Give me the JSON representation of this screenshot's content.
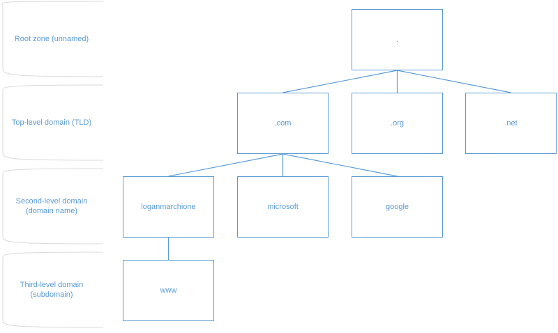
{
  "colors": {
    "stroke": "#5b9bd5",
    "text": "#5b9bd5",
    "background": "#ffffff"
  },
  "levels": [
    {
      "lines": [
        "Root zone (unnamed)"
      ]
    },
    {
      "lines": [
        "Top-level domain (TLD)"
      ]
    },
    {
      "lines": [
        "Second-level domain",
        "(domain name)"
      ]
    },
    {
      "lines": [
        "Third-level domain",
        "(subdomain)"
      ]
    }
  ],
  "nodes": {
    "root": ".",
    "com": ".com",
    "org": ".org",
    "net": ".net",
    "loganmarchione": "loganmarchione",
    "microsoft": "microsoft",
    "google": "google",
    "www": "www"
  },
  "edges": [
    [
      "root",
      "com"
    ],
    [
      "root",
      "org"
    ],
    [
      "root",
      "net"
    ],
    [
      "com",
      "loganmarchione"
    ],
    [
      "com",
      "microsoft"
    ],
    [
      "com",
      "google"
    ],
    [
      "loganmarchione",
      "www"
    ]
  ]
}
